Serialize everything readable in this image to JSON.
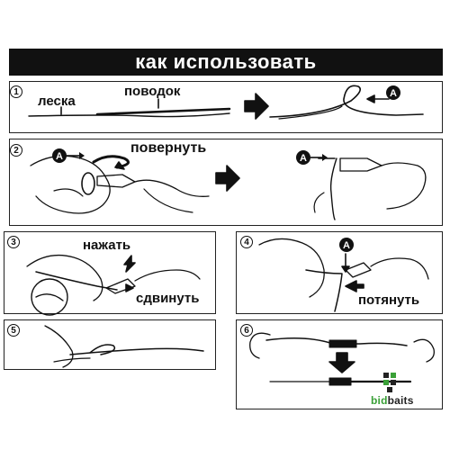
{
  "title": "как использовать",
  "steps": [
    {
      "number": "1",
      "labels": {
        "line": "леска",
        "leader": "поводок",
        "marker": "A"
      }
    },
    {
      "number": "2",
      "labels": {
        "marker_left": "A",
        "action": "повернуть",
        "marker_right": "A"
      }
    },
    {
      "number": "3",
      "labels": {
        "press": "нажать",
        "slide": "сдвинуть"
      }
    },
    {
      "number": "4",
      "labels": {
        "marker": "A",
        "pull": "потянуть"
      }
    },
    {
      "number": "5",
      "labels": {}
    },
    {
      "number": "6",
      "labels": {}
    }
  ],
  "logo": {
    "part1": "bid",
    "part2": "baits",
    "accent_color": "#3aa037"
  },
  "colors": {
    "ink": "#111111",
    "background": "#ffffff"
  }
}
